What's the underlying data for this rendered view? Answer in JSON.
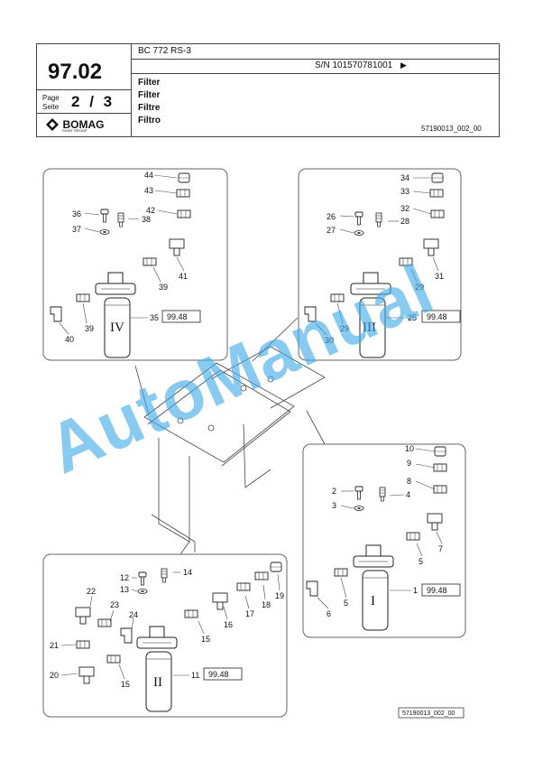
{
  "header": {
    "model": "BC 772 RS-3",
    "page_code": "97.02",
    "serial": "S/N 101570781001",
    "serial_arrow": "▶",
    "page_label": "Page",
    "seite_label": "Seite",
    "page_current": "2",
    "page_sep": "/",
    "page_total": "3",
    "titles": [
      "Filter",
      "Filter",
      "Filtre",
      "Filtro"
    ],
    "doc_number": "57190013_002_00",
    "logo_text": "BOMAG",
    "logo_sub": "FAYAT GROUP"
  },
  "drawing": {
    "footer_code": "57190013_002_00",
    "views": {
      "IV": {
        "roman": "IV",
        "box_value": "99.48",
        "labels": [
          "44",
          "43",
          "42",
          "36",
          "38",
          "37",
          "41",
          "39",
          "40",
          "39",
          "35"
        ]
      },
      "III": {
        "roman": "III",
        "box_value": "99.48",
        "labels": [
          "34",
          "33",
          "32",
          "26",
          "28",
          "27",
          "31",
          "29",
          "30",
          "29",
          "25"
        ]
      },
      "I": {
        "roman": "I",
        "box_value": "99.48",
        "labels": [
          "10",
          "9",
          "8",
          "2",
          "4",
          "3",
          "7",
          "5",
          "6",
          "5",
          "1"
        ]
      },
      "II": {
        "roman": "II",
        "box_value": "99.48",
        "labels": [
          "12",
          "14",
          "13",
          "22",
          "23",
          "24",
          "21",
          "20",
          "15",
          "15",
          "16",
          "17",
          "18",
          "19",
          "11"
        ]
      }
    }
  },
  "watermark": "AutoManual"
}
